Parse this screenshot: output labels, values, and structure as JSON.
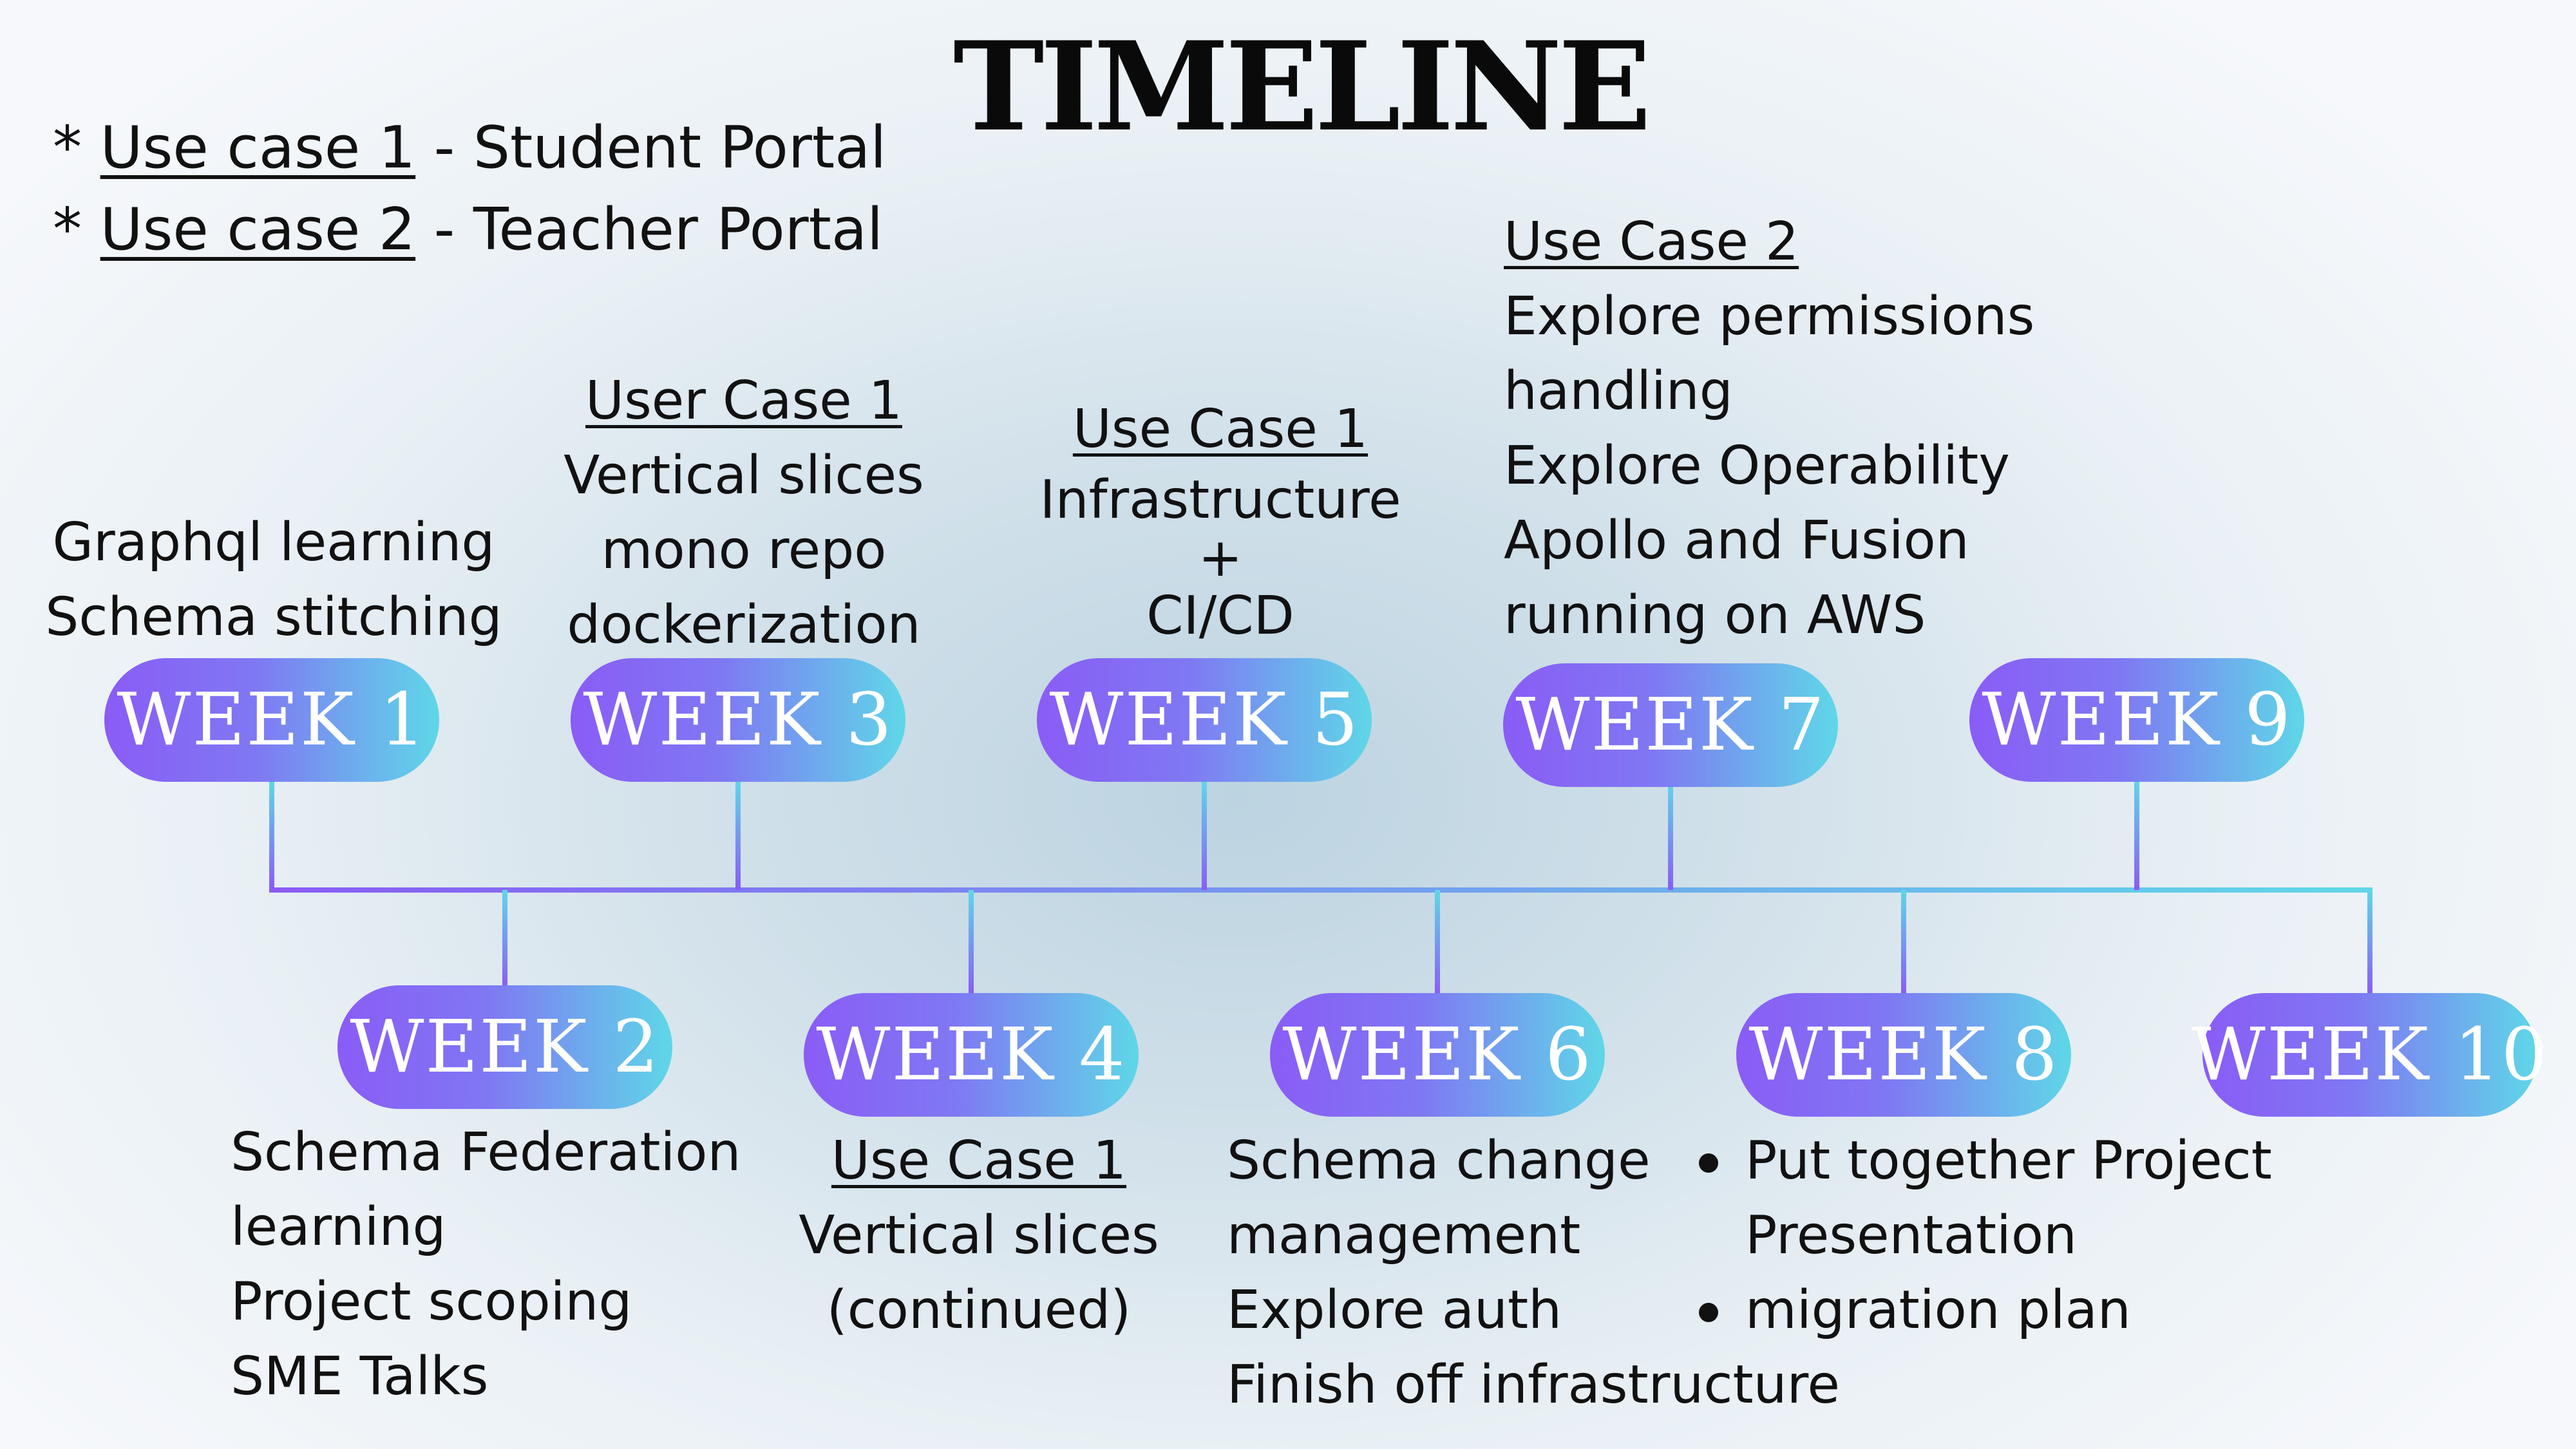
{
  "title": "TIMELINE",
  "legend": [
    {
      "prefix": "* ",
      "link": "Use case 1",
      "rest": " - Student Portal"
    },
    {
      "prefix": "* ",
      "link": "Use case 2",
      "rest": " - Teacher Portal"
    }
  ],
  "weeks": [
    "WEEK 1",
    "WEEK 2",
    "WEEK 3",
    "WEEK 4",
    "WEEK 5",
    "WEEK 6",
    "WEEK 7",
    "WEEK 8",
    "WEEK 9",
    "WEEK 10"
  ],
  "notes": {
    "week1": {
      "lines": [
        "Graphql learning",
        "Schema stitching"
      ]
    },
    "week2": {
      "lines": [
        "Schema Federation",
        "learning",
        "Project scoping",
        "SME Talks"
      ]
    },
    "week3": {
      "heading": "User Case 1",
      "lines": [
        "Vertical slices",
        "mono repo",
        "dockerization"
      ]
    },
    "week4": {
      "heading": "Use Case 1 ",
      "lines": [
        "Vertical slices",
        "(continued)"
      ]
    },
    "week5": {
      "heading": "Use Case 1 ",
      "lines": [
        "Infrastructure",
        "+",
        "CI/CD"
      ]
    },
    "week6": {
      "lines": [
        "Schema change",
        "management",
        "Explore auth",
        "Finish off infrastructure"
      ]
    },
    "week7": {
      "heading": "Use Case 2 ",
      "lines": [
        "Explore permissions",
        "handling",
        "Explore Operability",
        "Apollo and Fusion",
        "running on AWS"
      ]
    },
    "week8": {
      "bullets": [
        "Put together Project",
        "Presentation",
        "migration plan"
      ]
    }
  },
  "colors": {
    "pill_start": "#8a5cf6",
    "pill_end": "#5fd7e8",
    "line": "#8a5cf6"
  }
}
